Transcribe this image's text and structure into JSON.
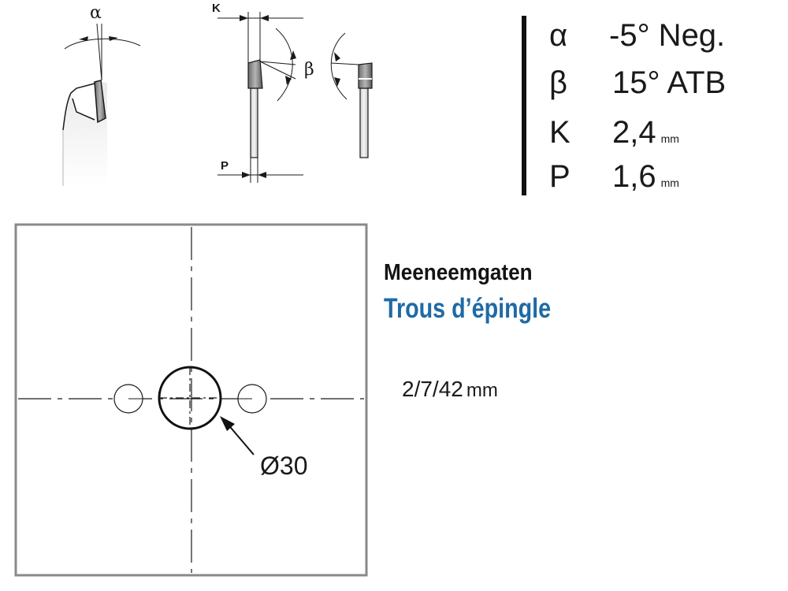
{
  "detail": {
    "alpha_symbol": "α",
    "beta_symbol": "β",
    "k_label": "K",
    "p_label": "P"
  },
  "specs": [
    {
      "symbol": "α",
      "value": "-5° Neg.",
      "unit": ""
    },
    {
      "symbol": "β",
      "value": "15° ATB",
      "unit": ""
    },
    {
      "symbol": "K",
      "value": "2,4",
      "unit": "mm"
    },
    {
      "symbol": "P",
      "value": "1,6",
      "unit": "mm"
    }
  ],
  "bore": {
    "diameter_label": "Ø30"
  },
  "pinholes": {
    "title_nl": "Meeneemgaten",
    "title_fr": "Trous d’épingle",
    "value": "2/7/42",
    "unit": "mm"
  },
  "colors": {
    "title_fr": "#1f6aa5",
    "spec_bar": "#111111",
    "drawing": "#1a1a1a"
  }
}
